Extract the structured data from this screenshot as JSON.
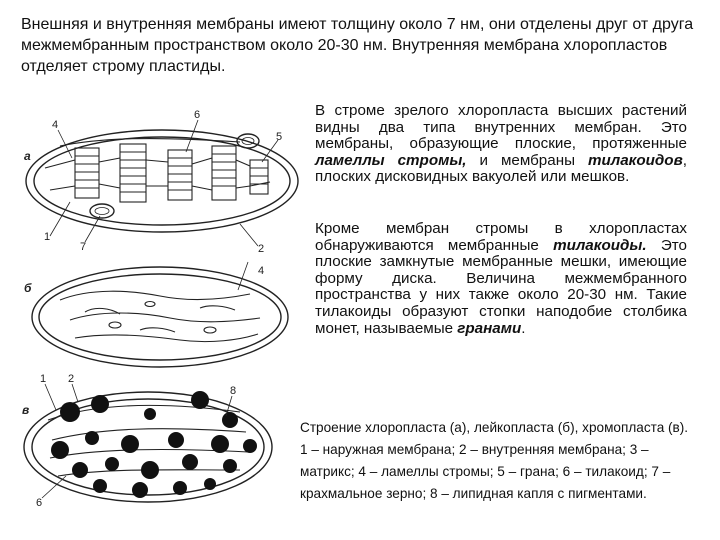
{
  "intro_text": "Внешняя и внутренняя мембраны имеют толщину около 7 нм, они отделены друг от друга межмембранным пространством около 20-30 нм. Внутренняя мембрана хлоропластов отделяет строму пластиды.",
  "paragraph1": {
    "t1": "В строме зрелого хлоропласта высших растений видны два типа внутренних мембран. Это мембраны, образующие плоские, протяженные ",
    "em1": "ламеллы стромы,",
    "t2": " и мембраны ",
    "em2": "тилакоидов",
    "t3": ", плоских дисковидных вакуолей или мешков."
  },
  "paragraph2": {
    "t1": "Кроме мембран стромы в хлоропластах обнаруживаются мембранные ",
    "em1": "тилакоиды.",
    "t2": " Это плоские замкнутые мембранные мешки, имеющие форму диска. Величина межмембранного пространства у них также около 20-30 нм. Такие тилакоиды образуют стопки наподобие столбика монет, называемые ",
    "em2": "гранами",
    "t3": "."
  },
  "caption": "Строение хлоропласта (а), лейкопласта (б), хромопласта (в). 1 – наружная мембрана; 2 – внутренняя мембрана; 3 – матрикс; 4 – ламеллы стромы; 5 – грана; 6 – тилакоид; 7 – крахмальное зерно; 8 – липидная капля с пигментами.",
  "figure": {
    "letter_a": "а",
    "letter_b": "б",
    "letter_v": "в",
    "a_4": "4",
    "a_6": "6",
    "a_5": "5",
    "a_1": "1",
    "a_7": "7",
    "a_2": "2",
    "b_4": "4",
    "v_1": "1",
    "v_2": "2",
    "v_8": "8",
    "v_6": "6"
  }
}
